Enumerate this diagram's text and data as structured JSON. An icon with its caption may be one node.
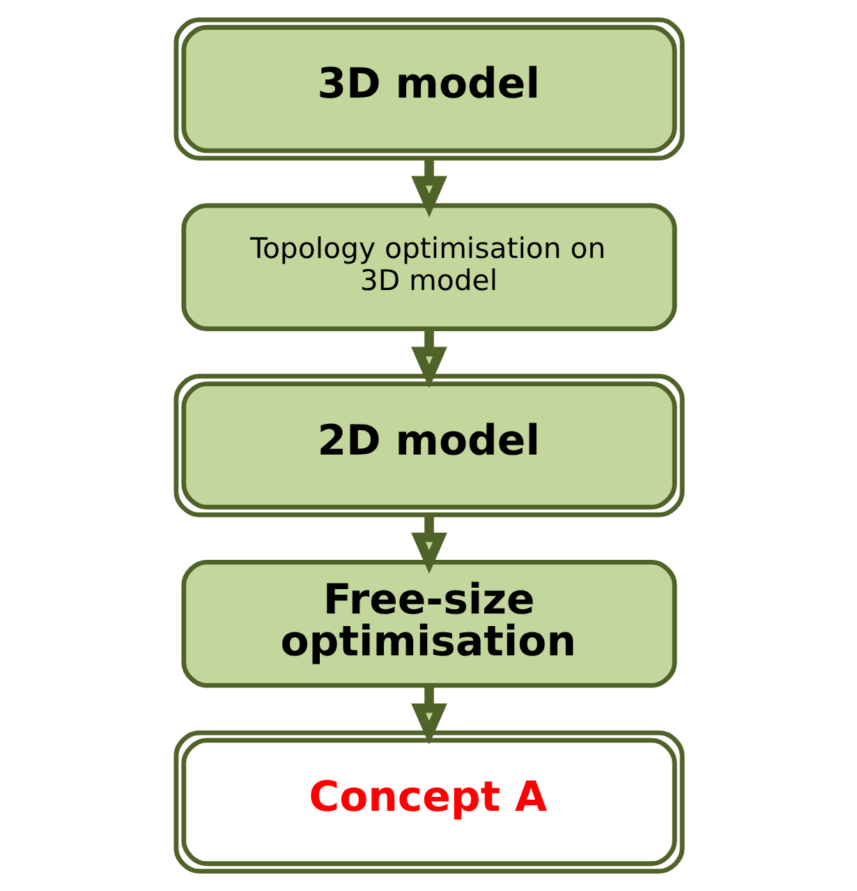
{
  "diagram": {
    "nodes": [
      {
        "text": [
          "3D model"
        ]
      },
      {
        "text": [
          "Topology optimisation on 3D model"
        ]
      },
      {
        "text": [
          "2D model"
        ]
      },
      {
        "text": [
          "Free-size optimisation"
        ]
      },
      {
        "text": [
          "Concept A"
        ]
      }
    ],
    "edges": [
      {
        "from": 0,
        "to": 1,
        "arrow": "to"
      },
      {
        "from": 1,
        "to": 2,
        "arrow": "to"
      },
      {
        "from": 2,
        "to": 3,
        "arrow": "to"
      },
      {
        "from": 3,
        "to": 4,
        "arrow": "to"
      }
    ]
  }
}
